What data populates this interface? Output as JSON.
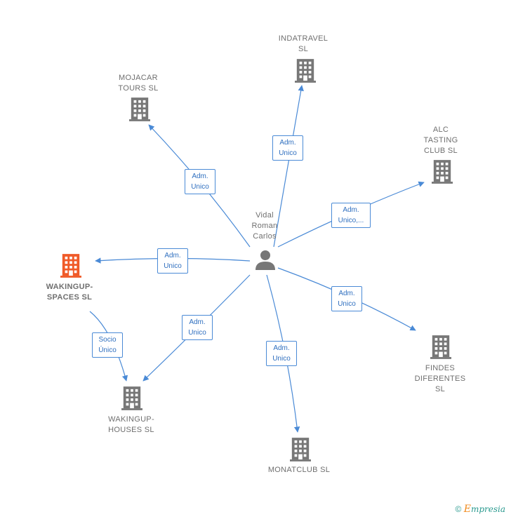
{
  "center": {
    "name": "Vidal\nRoman\nCarlos",
    "icon": "person-icon"
  },
  "companies": [
    {
      "id": "indatravel",
      "name": "INDATRAVEL\nSL",
      "icon": "building-icon",
      "color": "#777777"
    },
    {
      "id": "mojacar",
      "name": "MOJACAR\nTOURS  SL",
      "icon": "building-icon",
      "color": "#777777"
    },
    {
      "id": "alc",
      "name": "ALC\nTASTING\nCLUB  SL",
      "icon": "building-icon",
      "color": "#777777"
    },
    {
      "id": "wakingup-spaces",
      "name": "WAKINGUP-\nSPACES  SL",
      "icon": "building-icon",
      "color": "#f05a28"
    },
    {
      "id": "findes",
      "name": "FINDES\nDIFERENTES\nSL",
      "icon": "building-icon",
      "color": "#777777"
    },
    {
      "id": "wakingup-houses",
      "name": "WAKINGUP-\nHOUSES  SL",
      "icon": "building-icon",
      "color": "#777777"
    },
    {
      "id": "monatclub",
      "name": "MONATCLUB SL",
      "icon": "building-icon",
      "color": "#777777"
    }
  ],
  "edges": [
    {
      "label": "Adm.\nUnico"
    },
    {
      "label": "Adm.\nUnico"
    },
    {
      "label": "Adm.\nUnico,..."
    },
    {
      "label": "Adm.\nUnico"
    },
    {
      "label": "Adm.\nUnico"
    },
    {
      "label": "Adm.\nUnico"
    },
    {
      "label": "Adm.\nUnico"
    },
    {
      "label": "Socio\nÚnico"
    }
  ],
  "footer": {
    "copyright": "©",
    "brand_initial": "E",
    "brand_rest": "mpresia"
  },
  "colors": {
    "edge": "#4a8ad6",
    "node": "#777777",
    "highlight": "#f05a28"
  }
}
